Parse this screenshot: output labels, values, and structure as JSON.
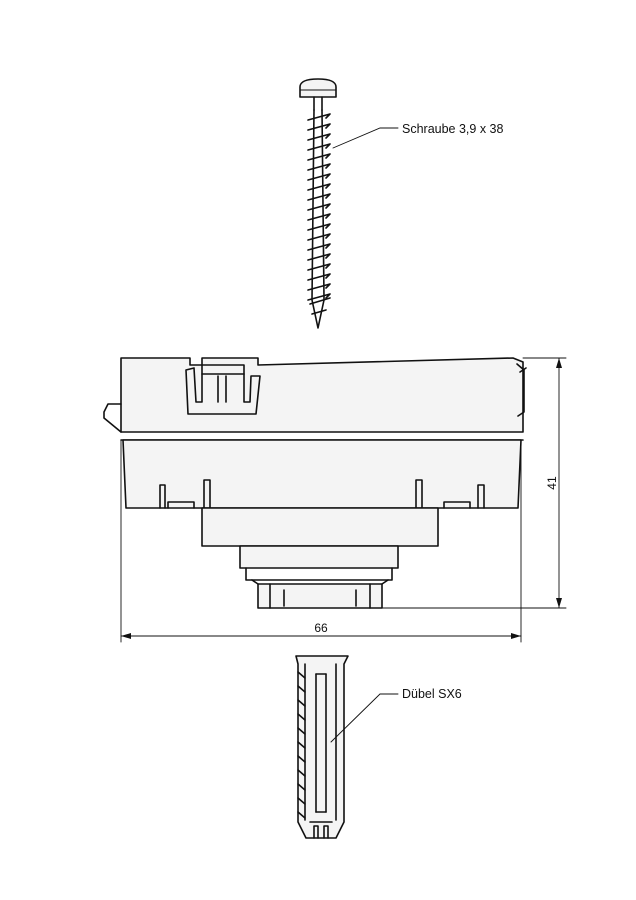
{
  "labels": {
    "screw": "Schraube 3,9 x 38",
    "dowel": "Dübel SX6"
  },
  "dimensions": {
    "width": "66",
    "height": "41"
  }
}
